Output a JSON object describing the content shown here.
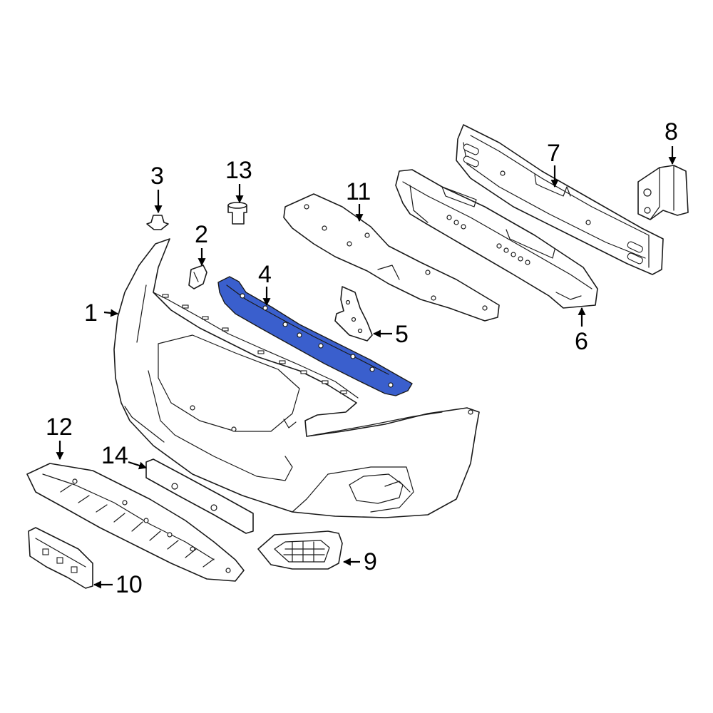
{
  "diagram": {
    "highlight_color": "#3a5fcd",
    "line_color": "#1a1a1a",
    "highlighted_part": "4",
    "callouts": {
      "c1": "1",
      "c2": "2",
      "c3": "3",
      "c4": "4",
      "c5": "5",
      "c6": "6",
      "c7": "7",
      "c8": "8",
      "c9": "9",
      "c10": "10",
      "c11": "11",
      "c12": "12",
      "c13": "13",
      "c14": "14"
    }
  }
}
